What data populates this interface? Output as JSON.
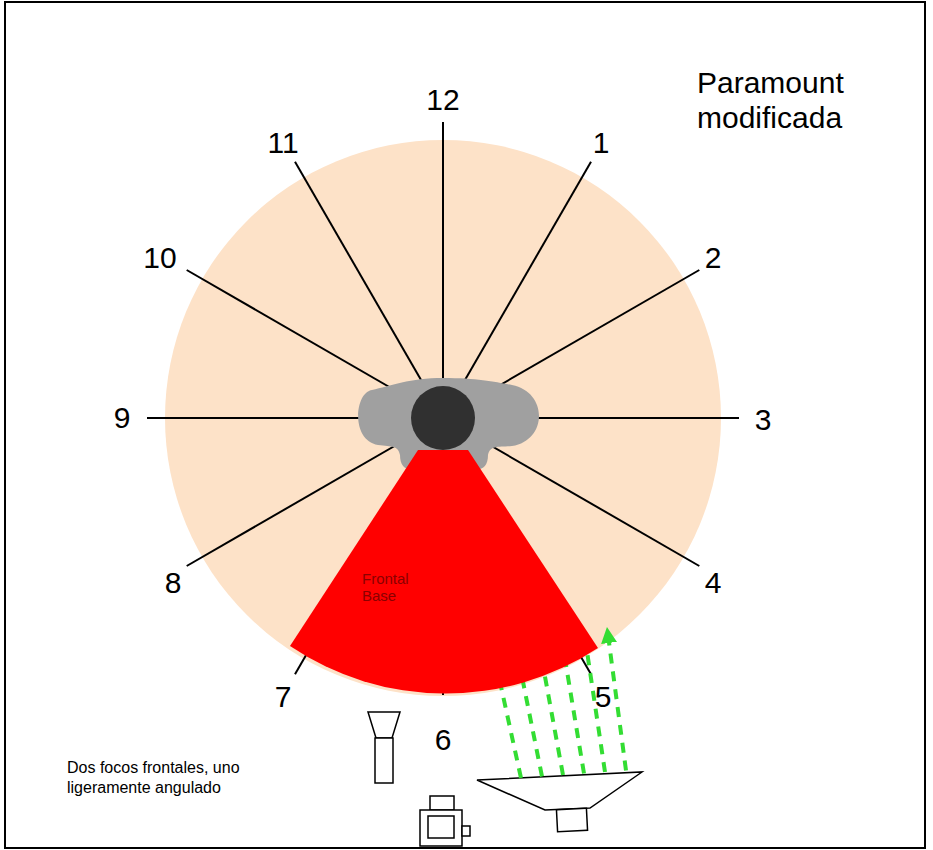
{
  "diagram": {
    "title": "Paramount modificada",
    "nodes": [
      {
        "text": [
          "Frontal Base"
        ]
      }
    ],
    "labels": [
      "12",
      "1",
      "2",
      "3",
      "4",
      "5",
      "6",
      "7",
      "8",
      "9",
      "10",
      "11",
      "Dos focos frontales, uno ligeramente angulado"
    ]
  }
}
